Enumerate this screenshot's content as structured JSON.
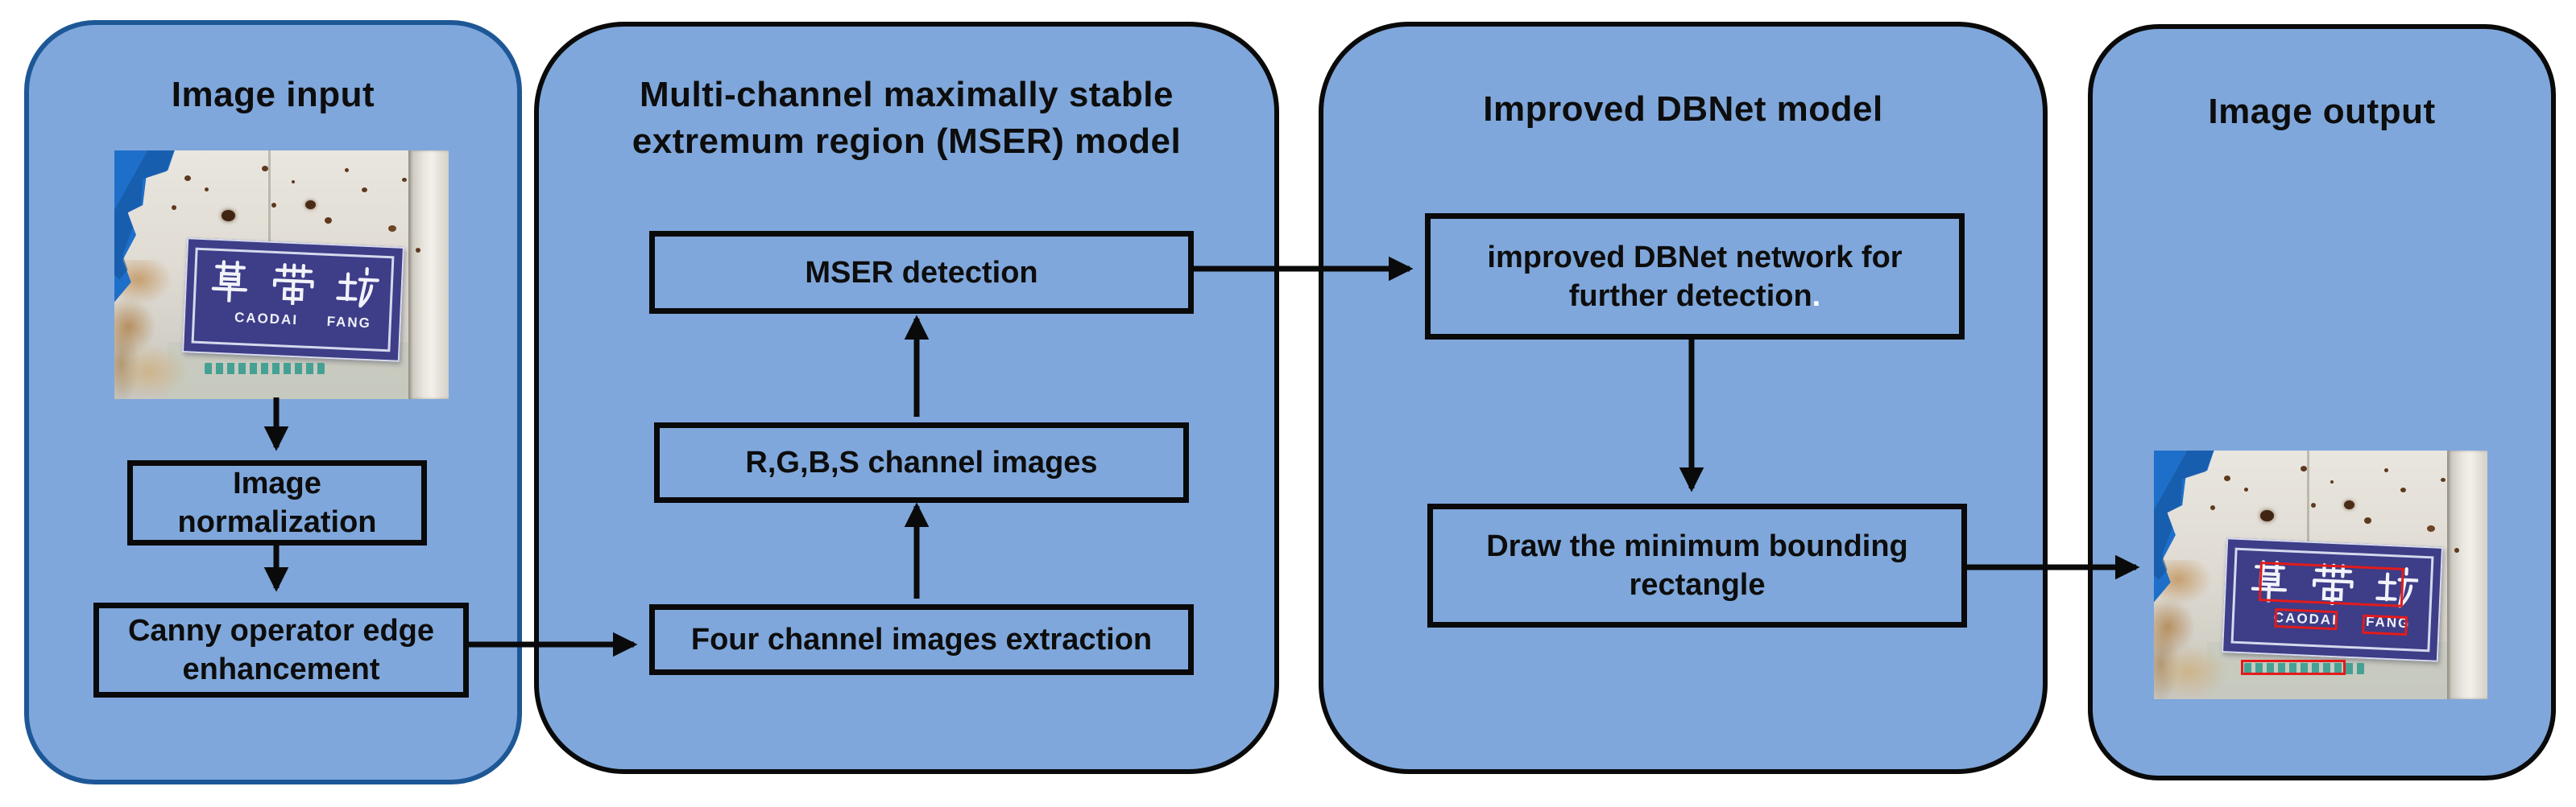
{
  "panels": {
    "input": {
      "title": "Image input",
      "norm": "Image normalization",
      "canny": "Canny operator edge enhancement"
    },
    "mser": {
      "title_line1": "Multi-channel maximally stable",
      "title_line2": "extremum region (MSER) model",
      "detect": "MSER detection",
      "rgbs": "R,G,B,S channel images",
      "four": "Four channel images extraction"
    },
    "dbnet": {
      "title": "Improved DBNet model",
      "network": "improved DBNet network for further detection",
      "network_suffix": ".",
      "draw": "Draw the minimum bounding rectangle"
    },
    "output": {
      "title": "Image output"
    }
  },
  "photo": {
    "sign_chinese": "草带坊",
    "sign_pinyin_left": "CAODAI",
    "sign_pinyin_right": "FANG"
  },
  "colors": {
    "panel_fill": "#7fa7db",
    "input_panel_border": "#1d5796",
    "panel_border": "#0a0a0a",
    "box_border": "#0a0a0a",
    "arrow": "#0a0a0a",
    "detection_box_red": "#e31b1b",
    "sign_blue": "#3d3d88",
    "tarp_blue": "#1e6fc9",
    "strip_green": "#2d9a8c"
  }
}
